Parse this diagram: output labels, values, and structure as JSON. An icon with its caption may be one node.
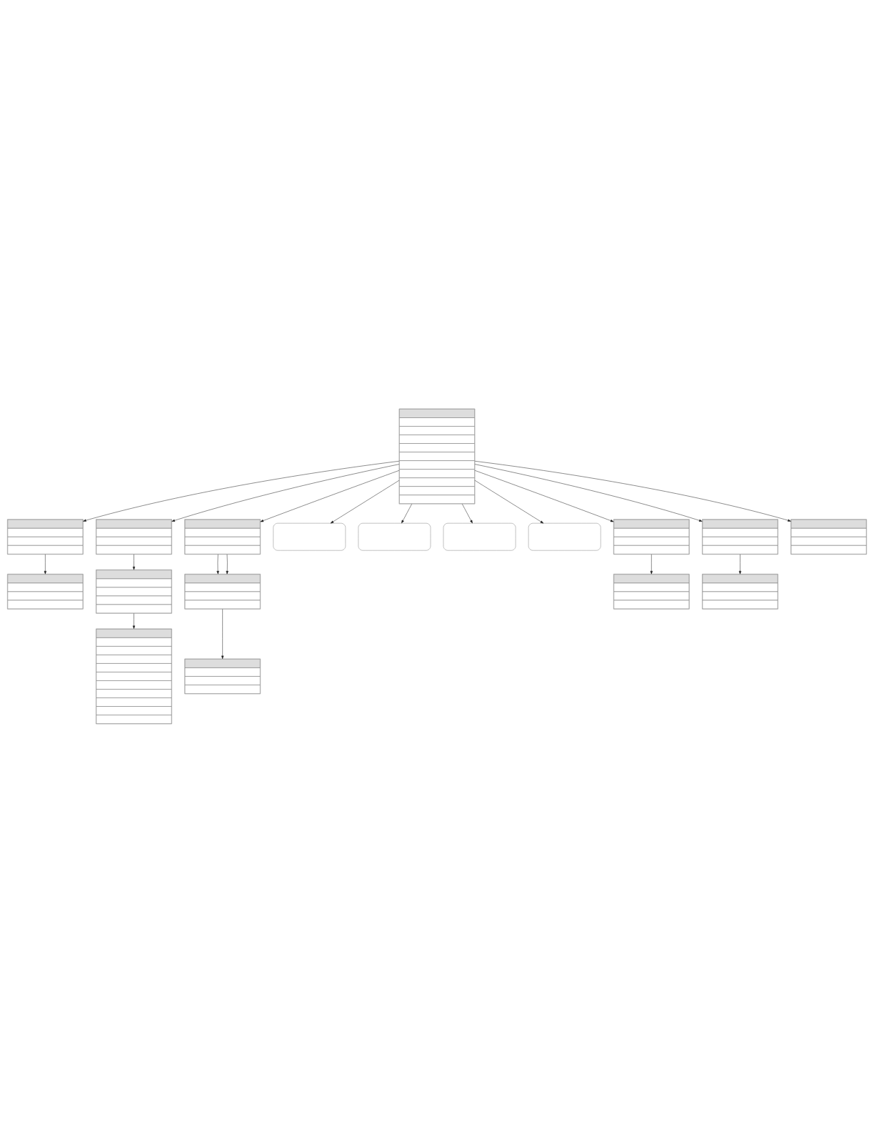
{
  "diagram": {
    "nodes": [
      {
        "text": [],
        "shape": "table"
      },
      {
        "text": [],
        "shape": "table"
      },
      {
        "text": [],
        "shape": "table"
      },
      {
        "text": [],
        "shape": "table"
      },
      {
        "text": [],
        "shape": "table"
      },
      {
        "text": [],
        "shape": "table"
      },
      {
        "text": [],
        "shape": "oval"
      },
      {
        "text": [],
        "shape": "table"
      },
      {
        "text": [],
        "shape": "oval"
      },
      {
        "text": [],
        "shape": "table"
      },
      {
        "text": [],
        "shape": "oval"
      },
      {
        "text": [],
        "shape": "table"
      },
      {
        "text": [],
        "shape": "oval"
      },
      {
        "text": [],
        "shape": "table"
      },
      {
        "text": [],
        "shape": "table"
      },
      {
        "text": [],
        "shape": "table"
      },
      {
        "text": [],
        "shape": "table"
      },
      {
        "text": [],
        "shape": "table"
      }
    ],
    "edges": [
      {
        "from": 0,
        "to": 2,
        "arrow": "to"
      },
      {
        "from": 0,
        "to": 1,
        "arrow": "to"
      },
      {
        "from": 0,
        "to": 5,
        "arrow": "to"
      },
      {
        "from": 0,
        "to": 14,
        "arrow": "to"
      },
      {
        "from": 0,
        "to": 16,
        "arrow": "to"
      },
      {
        "from": 0,
        "to": 13,
        "arrow": "to"
      },
      {
        "from": 0,
        "to": 12,
        "arrow": "to"
      },
      {
        "from": 0,
        "to": 10,
        "arrow": "to"
      },
      {
        "from": 0,
        "to": 8,
        "arrow": "to"
      },
      {
        "from": 0,
        "to": 6,
        "arrow": "to"
      },
      {
        "from": 1,
        "to": 3,
        "arrow": "to"
      },
      {
        "from": 2,
        "to": 4,
        "arrow": "to"
      },
      {
        "from": 4,
        "to": 7,
        "arrow": "to"
      },
      {
        "from": 5,
        "to": 9,
        "arrow": "to"
      },
      {
        "from": 5,
        "to": 9,
        "arrow": "to"
      },
      {
        "from": 9,
        "to": 11,
        "arrow": "to"
      },
      {
        "from": 13,
        "to": 15,
        "arrow": "to"
      },
      {
        "from": 14,
        "to": 17,
        "arrow": "to"
      }
    ]
  }
}
